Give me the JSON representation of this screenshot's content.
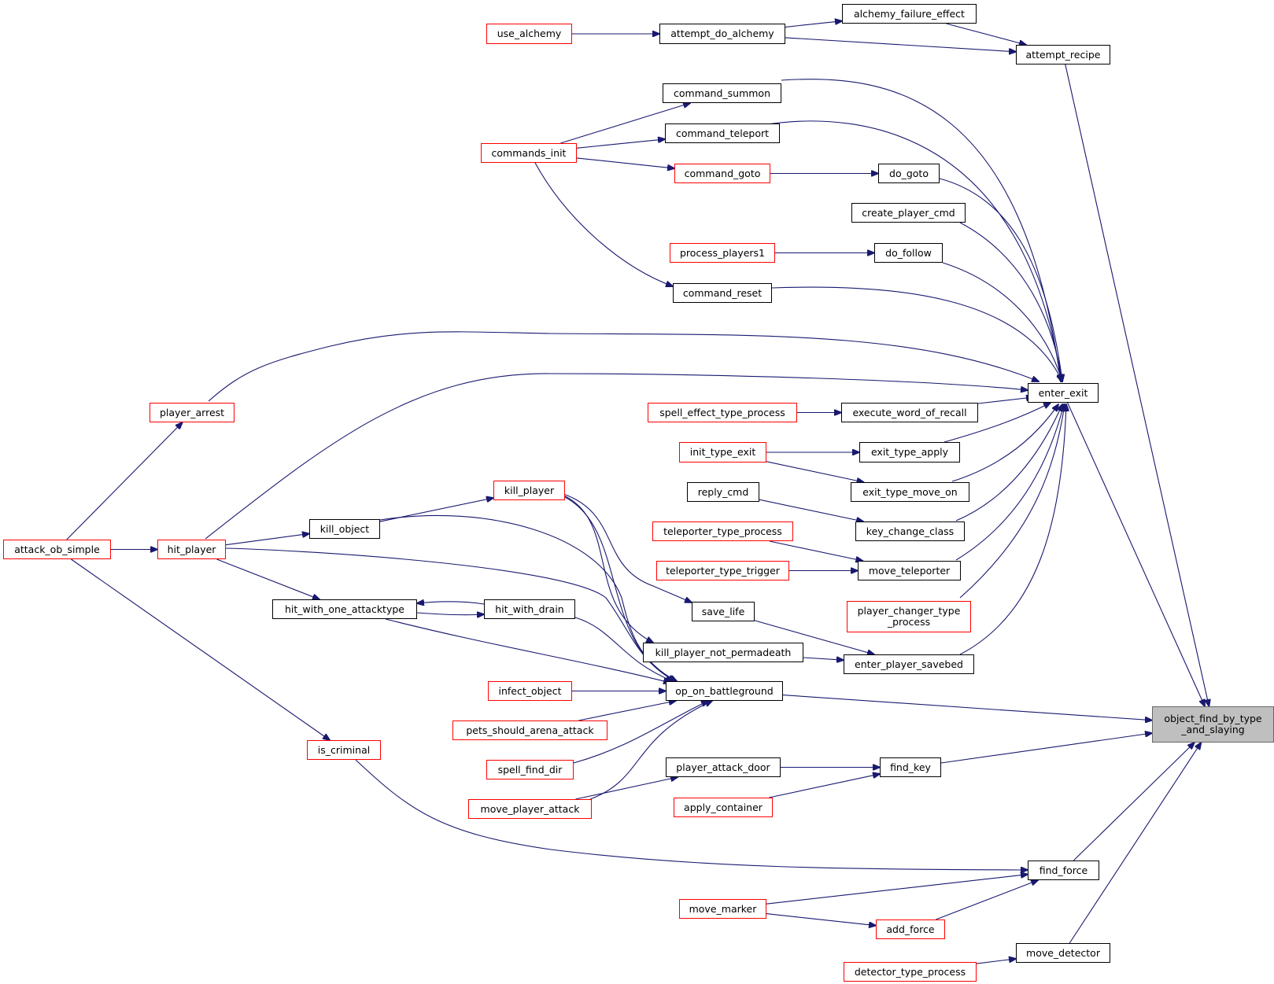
{
  "graph": {
    "title": "",
    "colors": {
      "edge": "#191970",
      "link_border": "#ff0000",
      "plain_border": "#000000",
      "root_fill": "#bfbfbf"
    },
    "root": "object_find_by_type_and_slaying",
    "nodes": {
      "object_find_by_type_and_slaying": {
        "label": "object_find_by_type\n_and_slaying",
        "kind": "root"
      },
      "attempt_recipe": {
        "label": "attempt_recipe",
        "kind": "plain"
      },
      "alchemy_failure_effect": {
        "label": "alchemy_failure_effect",
        "kind": "plain"
      },
      "attempt_do_alchemy": {
        "label": "attempt_do_alchemy",
        "kind": "plain"
      },
      "use_alchemy": {
        "label": "use_alchemy",
        "kind": "link"
      },
      "enter_exit": {
        "label": "enter_exit",
        "kind": "plain"
      },
      "command_summon": {
        "label": "command_summon",
        "kind": "plain"
      },
      "command_teleport": {
        "label": "command_teleport",
        "kind": "plain"
      },
      "commands_init": {
        "label": "commands_init",
        "kind": "link"
      },
      "command_goto": {
        "label": "command_goto",
        "kind": "link"
      },
      "do_goto": {
        "label": "do_goto",
        "kind": "plain"
      },
      "create_player_cmd": {
        "label": "create_player_cmd",
        "kind": "plain"
      },
      "process_players1": {
        "label": "process_players1",
        "kind": "link"
      },
      "do_follow": {
        "label": "do_follow",
        "kind": "plain"
      },
      "command_reset": {
        "label": "command_reset",
        "kind": "plain"
      },
      "player_arrest": {
        "label": "player_arrest",
        "kind": "link"
      },
      "attack_ob_simple": {
        "label": "attack_ob_simple",
        "kind": "link"
      },
      "hit_player": {
        "label": "hit_player",
        "kind": "link"
      },
      "spell_effect_type_process": {
        "label": "spell_effect_type_process",
        "kind": "link"
      },
      "execute_word_of_recall": {
        "label": "execute_word_of_recall",
        "kind": "plain"
      },
      "init_type_exit": {
        "label": "init_type_exit",
        "kind": "link"
      },
      "exit_type_apply": {
        "label": "exit_type_apply",
        "kind": "plain"
      },
      "exit_type_move_on": {
        "label": "exit_type_move_on",
        "kind": "plain"
      },
      "kill_player": {
        "label": "kill_player",
        "kind": "link"
      },
      "kill_object": {
        "label": "kill_object",
        "kind": "plain"
      },
      "reply_cmd": {
        "label": "reply_cmd",
        "kind": "plain"
      },
      "key_change_class": {
        "label": "key_change_class",
        "kind": "plain"
      },
      "teleporter_type_process": {
        "label": "teleporter_type_process",
        "kind": "link"
      },
      "teleporter_type_trigger": {
        "label": "teleporter_type_trigger",
        "kind": "link"
      },
      "move_teleporter": {
        "label": "move_teleporter",
        "kind": "plain"
      },
      "hit_with_one_attacktype": {
        "label": "hit_with_one_attacktype",
        "kind": "plain"
      },
      "hit_with_drain": {
        "label": "hit_with_drain",
        "kind": "plain"
      },
      "save_life": {
        "label": "save_life",
        "kind": "plain"
      },
      "player_changer_type_process": {
        "label": "player_changer_type\n_process",
        "kind": "link"
      },
      "kill_player_not_permadeath": {
        "label": "kill_player_not_permadeath",
        "kind": "plain"
      },
      "enter_player_savebed": {
        "label": "enter_player_savebed",
        "kind": "plain"
      },
      "infect_object": {
        "label": "infect_object",
        "kind": "link"
      },
      "op_on_battleground": {
        "label": "op_on_battleground",
        "kind": "plain"
      },
      "pets_should_arena_attack": {
        "label": "pets_should_arena_attack",
        "kind": "link"
      },
      "is_criminal": {
        "label": "is_criminal",
        "kind": "link"
      },
      "spell_find_dir": {
        "label": "spell_find_dir",
        "kind": "link"
      },
      "player_attack_door": {
        "label": "player_attack_door",
        "kind": "plain"
      },
      "find_key": {
        "label": "find_key",
        "kind": "plain"
      },
      "move_player_attack": {
        "label": "move_player_attack",
        "kind": "link"
      },
      "apply_container": {
        "label": "apply_container",
        "kind": "link"
      },
      "find_force": {
        "label": "find_force",
        "kind": "plain"
      },
      "move_marker": {
        "label": "move_marker",
        "kind": "link"
      },
      "add_force": {
        "label": "add_force",
        "kind": "link"
      },
      "move_detector": {
        "label": "move_detector",
        "kind": "plain"
      },
      "detector_type_process": {
        "label": "detector_type_process",
        "kind": "link"
      }
    },
    "edges": [
      [
        "use_alchemy",
        "attempt_do_alchemy"
      ],
      [
        "attempt_do_alchemy",
        "alchemy_failure_effect"
      ],
      [
        "attempt_do_alchemy",
        "attempt_recipe"
      ],
      [
        "alchemy_failure_effect",
        "attempt_recipe"
      ],
      [
        "attempt_recipe",
        "object_find_by_type_and_slaying"
      ],
      [
        "enter_exit",
        "object_find_by_type_and_slaying"
      ],
      [
        "op_on_battleground",
        "object_find_by_type_and_slaying"
      ],
      [
        "find_key",
        "object_find_by_type_and_slaying"
      ],
      [
        "find_force",
        "object_find_by_type_and_slaying"
      ],
      [
        "move_detector",
        "object_find_by_type_and_slaying"
      ],
      [
        "command_summon",
        "enter_exit"
      ],
      [
        "command_teleport",
        "enter_exit"
      ],
      [
        "do_goto",
        "enter_exit"
      ],
      [
        "create_player_cmd",
        "enter_exit"
      ],
      [
        "do_follow",
        "enter_exit"
      ],
      [
        "command_reset",
        "enter_exit"
      ],
      [
        "player_arrest",
        "enter_exit"
      ],
      [
        "hit_player",
        "enter_exit"
      ],
      [
        "execute_word_of_recall",
        "enter_exit"
      ],
      [
        "exit_type_apply",
        "enter_exit"
      ],
      [
        "exit_type_move_on",
        "enter_exit"
      ],
      [
        "key_change_class",
        "enter_exit"
      ],
      [
        "move_teleporter",
        "enter_exit"
      ],
      [
        "player_changer_type_process",
        "enter_exit"
      ],
      [
        "enter_player_savebed",
        "enter_exit"
      ],
      [
        "commands_init",
        "command_summon"
      ],
      [
        "commands_init",
        "command_teleport"
      ],
      [
        "commands_init",
        "command_goto"
      ],
      [
        "commands_init",
        "command_reset"
      ],
      [
        "command_goto",
        "do_goto"
      ],
      [
        "process_players1",
        "do_follow"
      ],
      [
        "attack_ob_simple",
        "player_arrest"
      ],
      [
        "attack_ob_simple",
        "hit_player"
      ],
      [
        "attack_ob_simple",
        "is_criminal"
      ],
      [
        "spell_effect_type_process",
        "execute_word_of_recall"
      ],
      [
        "init_type_exit",
        "exit_type_apply"
      ],
      [
        "init_type_exit",
        "exit_type_move_on"
      ],
      [
        "reply_cmd",
        "key_change_class"
      ],
      [
        "teleporter_type_process",
        "move_teleporter"
      ],
      [
        "teleporter_type_trigger",
        "move_teleporter"
      ],
      [
        "save_life",
        "enter_player_savebed"
      ],
      [
        "kill_player_not_permadeath",
        "enter_player_savebed"
      ],
      [
        "kill_player",
        "save_life"
      ],
      [
        "kill_player",
        "kill_player_not_permadeath"
      ],
      [
        "kill_player",
        "op_on_battleground"
      ],
      [
        "kill_object",
        "kill_player"
      ],
      [
        "kill_object",
        "op_on_battleground"
      ],
      [
        "hit_player",
        "kill_object"
      ],
      [
        "hit_player",
        "hit_with_one_attacktype"
      ],
      [
        "hit_player",
        "op_on_battleground"
      ],
      [
        "hit_with_one_attacktype",
        "op_on_battleground"
      ],
      [
        "hit_with_one_attacktype",
        "hit_with_drain"
      ],
      [
        "hit_with_drain",
        "hit_with_one_attacktype"
      ],
      [
        "hit_with_drain",
        "op_on_battleground"
      ],
      [
        "infect_object",
        "op_on_battleground"
      ],
      [
        "pets_should_arena_attack",
        "op_on_battleground"
      ],
      [
        "spell_find_dir",
        "op_on_battleground"
      ],
      [
        "move_player_attack",
        "op_on_battleground"
      ],
      [
        "move_player_attack",
        "player_attack_door"
      ],
      [
        "player_attack_door",
        "find_key"
      ],
      [
        "apply_container",
        "find_key"
      ],
      [
        "is_criminal",
        "find_force"
      ],
      [
        "move_marker",
        "find_force"
      ],
      [
        "move_marker",
        "add_force"
      ],
      [
        "add_force",
        "find_force"
      ],
      [
        "detector_type_process",
        "move_detector"
      ]
    ]
  }
}
